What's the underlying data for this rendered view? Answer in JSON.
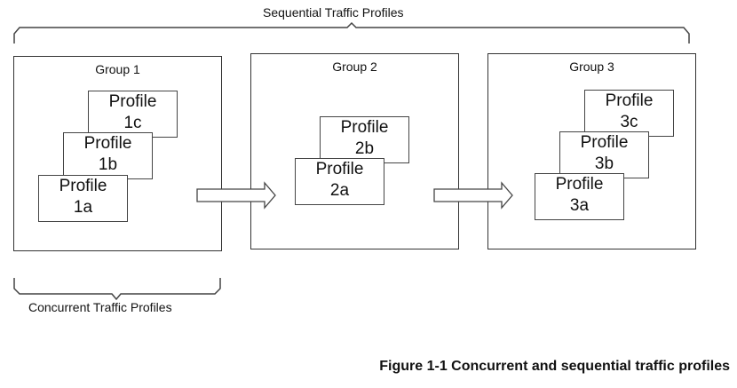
{
  "top_brace": {
    "label": "Sequential Traffic Profiles"
  },
  "bottom_brace": {
    "label": "Concurrent Traffic Profiles"
  },
  "groups": [
    {
      "title": "Group 1",
      "profiles": [
        {
          "line1": "Profile",
          "line2": "1c"
        },
        {
          "line1": "Profile",
          "line2": "1b"
        },
        {
          "line1": "Profile",
          "line2": "1a"
        }
      ]
    },
    {
      "title": "Group 2",
      "profiles": [
        {
          "line1": "Profile",
          "line2": "2b"
        },
        {
          "line1": "Profile",
          "line2": "2a"
        }
      ]
    },
    {
      "title": "Group 3",
      "profiles": [
        {
          "line1": "Profile",
          "line2": "3c"
        },
        {
          "line1": "Profile",
          "line2": "3b"
        },
        {
          "line1": "Profile",
          "line2": "3a"
        }
      ]
    }
  ],
  "arrows": [
    {
      "from": "Group 1",
      "to": "Group 2"
    },
    {
      "from": "Group 2",
      "to": "Group 3"
    }
  ],
  "caption": "Figure 1-1 Concurrent and sequential traffic profiles"
}
